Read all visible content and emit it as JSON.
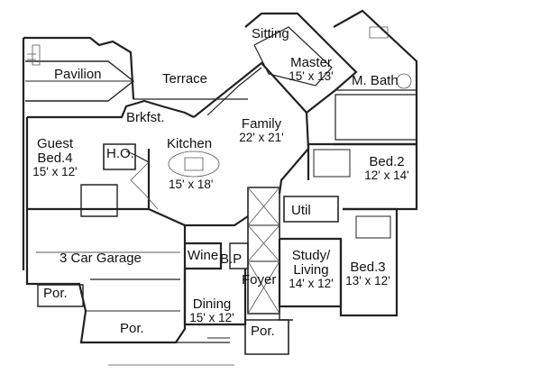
{
  "rooms": {
    "pavilion": {
      "name": "Pavilion"
    },
    "terrace": {
      "name": "Terrace"
    },
    "sitting": {
      "name": "Sitting"
    },
    "master": {
      "name": "Master",
      "size": "15' x 13'"
    },
    "mbath": {
      "name": "M. Bath"
    },
    "brkfst": {
      "name": "Brkfst."
    },
    "family": {
      "name": "Family",
      "size": "22' x 21'"
    },
    "guest": {
      "name_line1": "Guest",
      "name_line2": "Bed.4",
      "size": "15' x 12'"
    },
    "ho": {
      "name": "H.O."
    },
    "kitchen": {
      "name": "Kitchen",
      "size": "15' x 18'"
    },
    "bed2": {
      "name": "Bed.2",
      "size": "12' x 14'"
    },
    "util": {
      "name": "Util"
    },
    "garage": {
      "name": "3 Car Garage"
    },
    "wine": {
      "name": "Wine"
    },
    "bp": {
      "name": "B.P"
    },
    "study": {
      "name_line1": "Study/",
      "name_line2": "Living",
      "size": "14' x 12'"
    },
    "bed3": {
      "name": "Bed.3",
      "size": "13' x 12'"
    },
    "foyer": {
      "name": "Foyer"
    },
    "por_left": {
      "name": "Por."
    },
    "dining": {
      "name": "Dining",
      "size": "15' x 12'"
    },
    "por_bottom": {
      "name": "Por."
    },
    "por_front": {
      "name": "Por."
    }
  },
  "colors": {
    "wall": "#222222",
    "thin": "#555555",
    "background": "#ffffff"
  }
}
